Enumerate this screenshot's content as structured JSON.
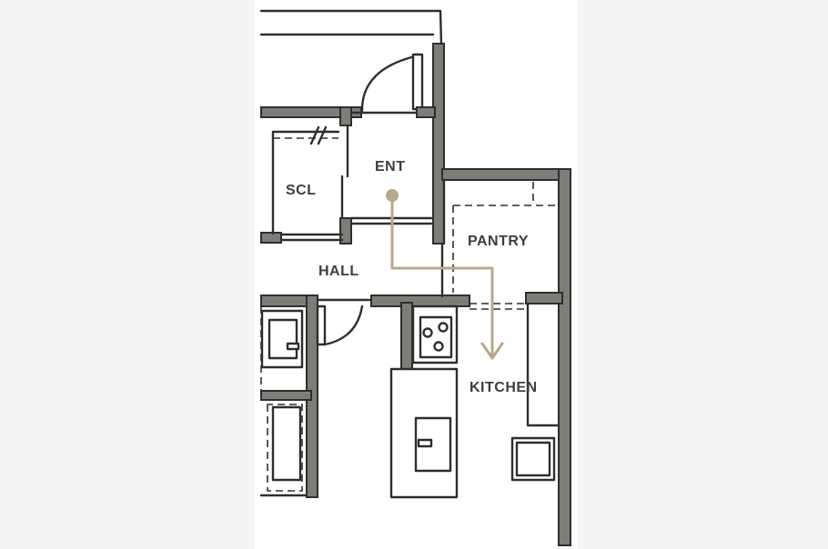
{
  "plan": {
    "rooms": {
      "entrance": "ENT",
      "shoe_closet": "SCL",
      "hall": "HALL",
      "pantry": "PANTRY",
      "kitchen": "KITCHEN"
    },
    "route_color": "#b8a888",
    "wall_color": "#7f7d78",
    "background_color": "#f4f4f4"
  }
}
